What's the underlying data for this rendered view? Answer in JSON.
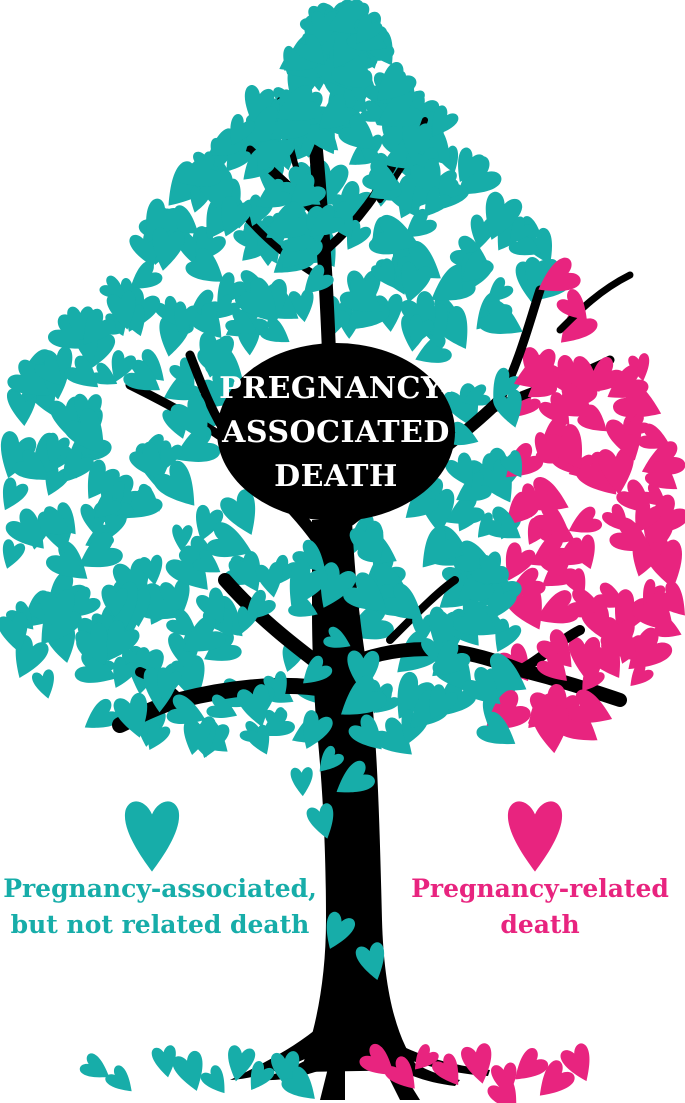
{
  "central_label": {
    "line1": "PREGNANCY-",
    "line2": "ASSOCIATED",
    "line3": "DEATH"
  },
  "legend": {
    "teal": {
      "line1": "Pregnancy-associated,",
      "line2": "but not related death",
      "icon": "heart-icon",
      "color": "#17ada9"
    },
    "pink": {
      "line1": "Pregnancy-related",
      "line2": "death",
      "icon": "heart-icon",
      "color": "#e8247f"
    }
  },
  "colors": {
    "trunk": "#000000",
    "teal": "#17ada9",
    "pink": "#e8247f",
    "background": "#ffffff"
  }
}
